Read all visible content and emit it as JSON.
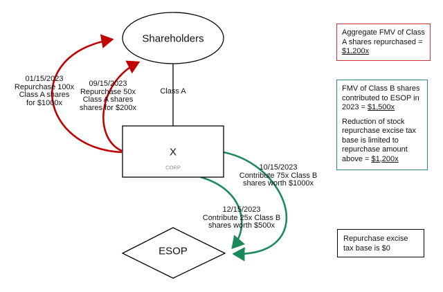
{
  "nodes": {
    "shareholders": "Shareholders",
    "corp_name": "X",
    "corp_type": "CORP",
    "esop": "ESOP"
  },
  "edges": {
    "class_a": "Class A",
    "repurchase_1": [
      "01/15/2023",
      "Repurchase 100x",
      "Class A shares",
      "for $1000x"
    ],
    "repurchase_2": [
      "09/15/2023",
      "Repurchase 50x",
      "Class A shares",
      "shares for $200x"
    ],
    "contribute_1": [
      "10/15/2023",
      "Contribute 75x Class B",
      "shares worth $1000x"
    ],
    "contribute_2": [
      "12/15/2023",
      "Contribute 25x Class B",
      "shares worth $500x"
    ]
  },
  "notes": {
    "aggregate": {
      "text": "Aggregate FMV of Class A shares repurchased = ",
      "value": "$1,200x"
    },
    "fmv_class_b": {
      "text": "FMV of Class B shares contributed to ESOP in 2023 = ",
      "value": "$1,500x"
    },
    "reduction": {
      "text": "Reduction of stock repurchase excise tax base is limited to repurchase amount above = ",
      "value": "$1,200x"
    },
    "result": "Repurchase excise tax base is $0"
  },
  "colors": {
    "repurchase": "#c00000",
    "contribute": "#1a8a5a",
    "red_box": "#cc3333",
    "green_box": "#2e8b6a"
  }
}
